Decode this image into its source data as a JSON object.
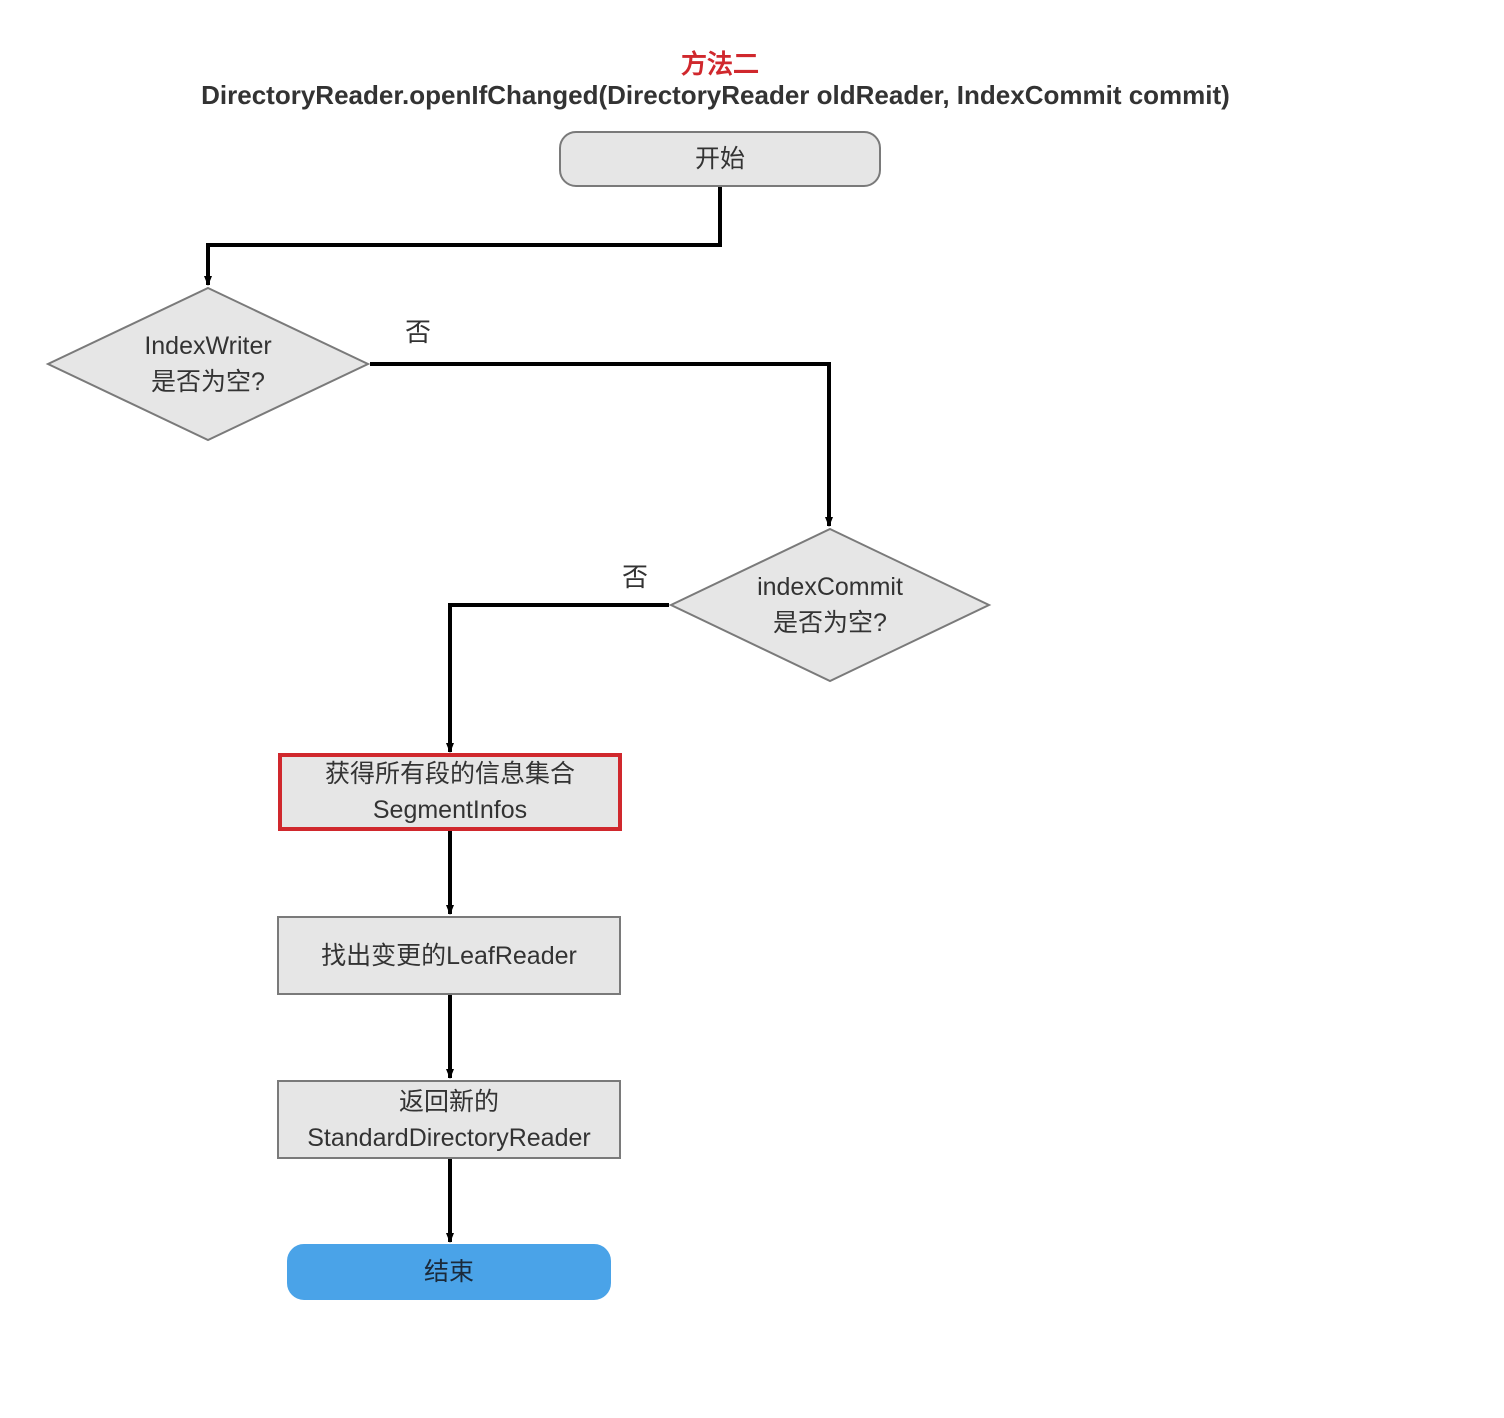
{
  "title": "方法二",
  "subtitle": "DirectoryReader.openIfChanged(DirectoryReader oldReader, IndexCommit commit)",
  "nodes": {
    "start": {
      "label": "开始"
    },
    "decision1": {
      "line1": "IndexWriter",
      "line2": "是否为空?"
    },
    "decision2": {
      "line1": "indexCommit",
      "line2": "是否为空?"
    },
    "get_segments": {
      "line1": "获得所有段的信息集合",
      "line2": "SegmentInfos"
    },
    "find_changed": {
      "label": "找出变更的LeafReader"
    },
    "return_reader": {
      "line1": "返回新的",
      "line2": "StandardDirectoryReader"
    },
    "end": {
      "label": "结束"
    }
  },
  "edge_labels": {
    "no1": "否",
    "no2": "否"
  },
  "colors": {
    "title": "#d0282d",
    "node_fill": "#e6e6e6",
    "node_stroke": "#7a7a7a",
    "highlight_stroke": "#d0282d",
    "end_fill": "#4aa3e8",
    "arrow": "#000000"
  }
}
